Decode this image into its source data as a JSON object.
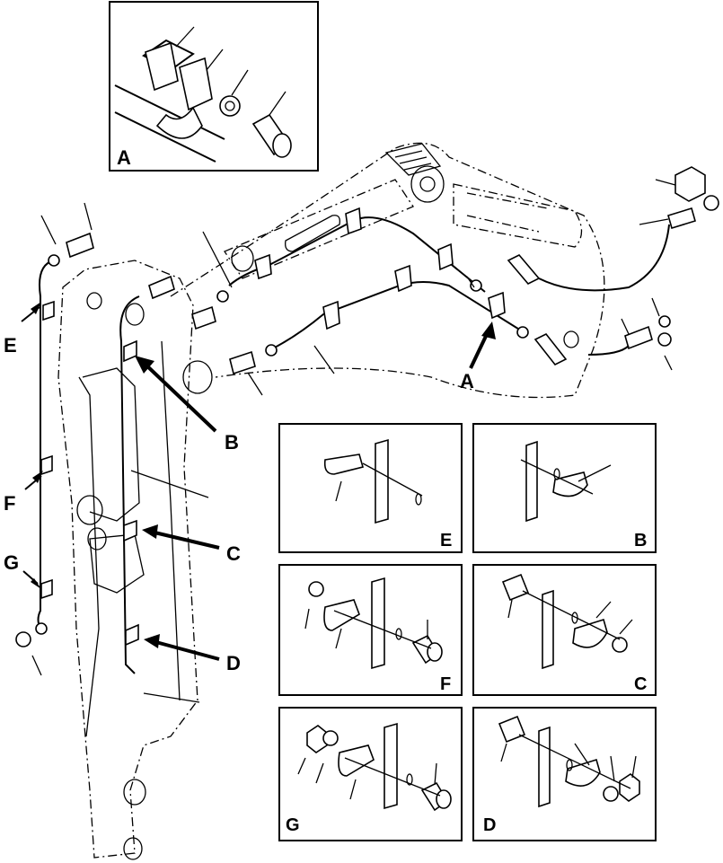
{
  "callouts": {
    "arrow_a": "A",
    "arrow_b": "B",
    "arrow_c": "C",
    "arrow_d": "D",
    "arrow_e": "E",
    "arrow_f": "F",
    "arrow_g": "G"
  },
  "details": [
    {
      "id": "detail-a",
      "label": "A"
    },
    {
      "id": "detail-e",
      "label": "E"
    },
    {
      "id": "detail-b",
      "label": "B"
    },
    {
      "id": "detail-f",
      "label": "F"
    },
    {
      "id": "detail-c",
      "label": "C"
    },
    {
      "id": "detail-g",
      "label": "G"
    },
    {
      "id": "detail-d",
      "label": "D"
    }
  ]
}
